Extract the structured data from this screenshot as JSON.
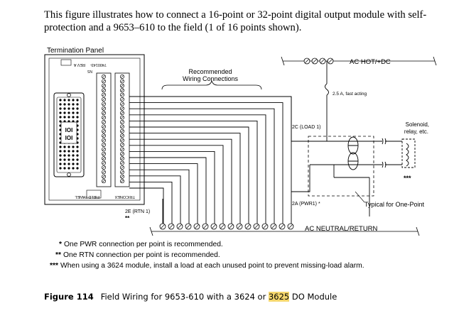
{
  "intro": "This figure illustrates how to connect a 16-point or 32-point digital output module with self-protection and a 9653–610 to the field (1 of 16 points shown).",
  "diagram": {
    "termination_panel_label": "Termination Panel",
    "panel_top_text": "7400143-",
    "panel_rev_text": "REV A",
    "panel_ns_text": "NS",
    "panel_bottom_text": "FIELD PANEL",
    "panel_brand_text": "TRICONEX",
    "recommended_label_1": "Recommended",
    "recommended_label_2": "Wiring Connections",
    "ac_hot_label": "AC HOT/+DC",
    "fuse_label": "2.5 A, fast acting",
    "load_label": "2C (LOAD 1)",
    "pwr_label": "2A (PWR1) *",
    "rtn_label": "2E (RTN 1)",
    "rtn_stars": "**",
    "solenoid_label_1": "Solenoid,",
    "solenoid_label_2": "relay, etc.",
    "solenoid_stars": "***",
    "typical_label": "Typical for One-Point",
    "ac_neutral_label": "AC NEUTRAL/RETURN"
  },
  "notes": [
    {
      "marker": "*",
      "text": "One PWR connection per point is recommended."
    },
    {
      "marker": "**",
      "text": "One RTN connection per point is recommended."
    },
    {
      "marker": "***",
      "text": "When using a 3624 module, install a load at each unused point to prevent missing-load alarm."
    }
  ],
  "caption": {
    "figure_number": "Figure 114",
    "text_before": "Field Wiring for 9653-610 with a 3624 or ",
    "highlighted": "3625",
    "text_after": " DO Module"
  }
}
